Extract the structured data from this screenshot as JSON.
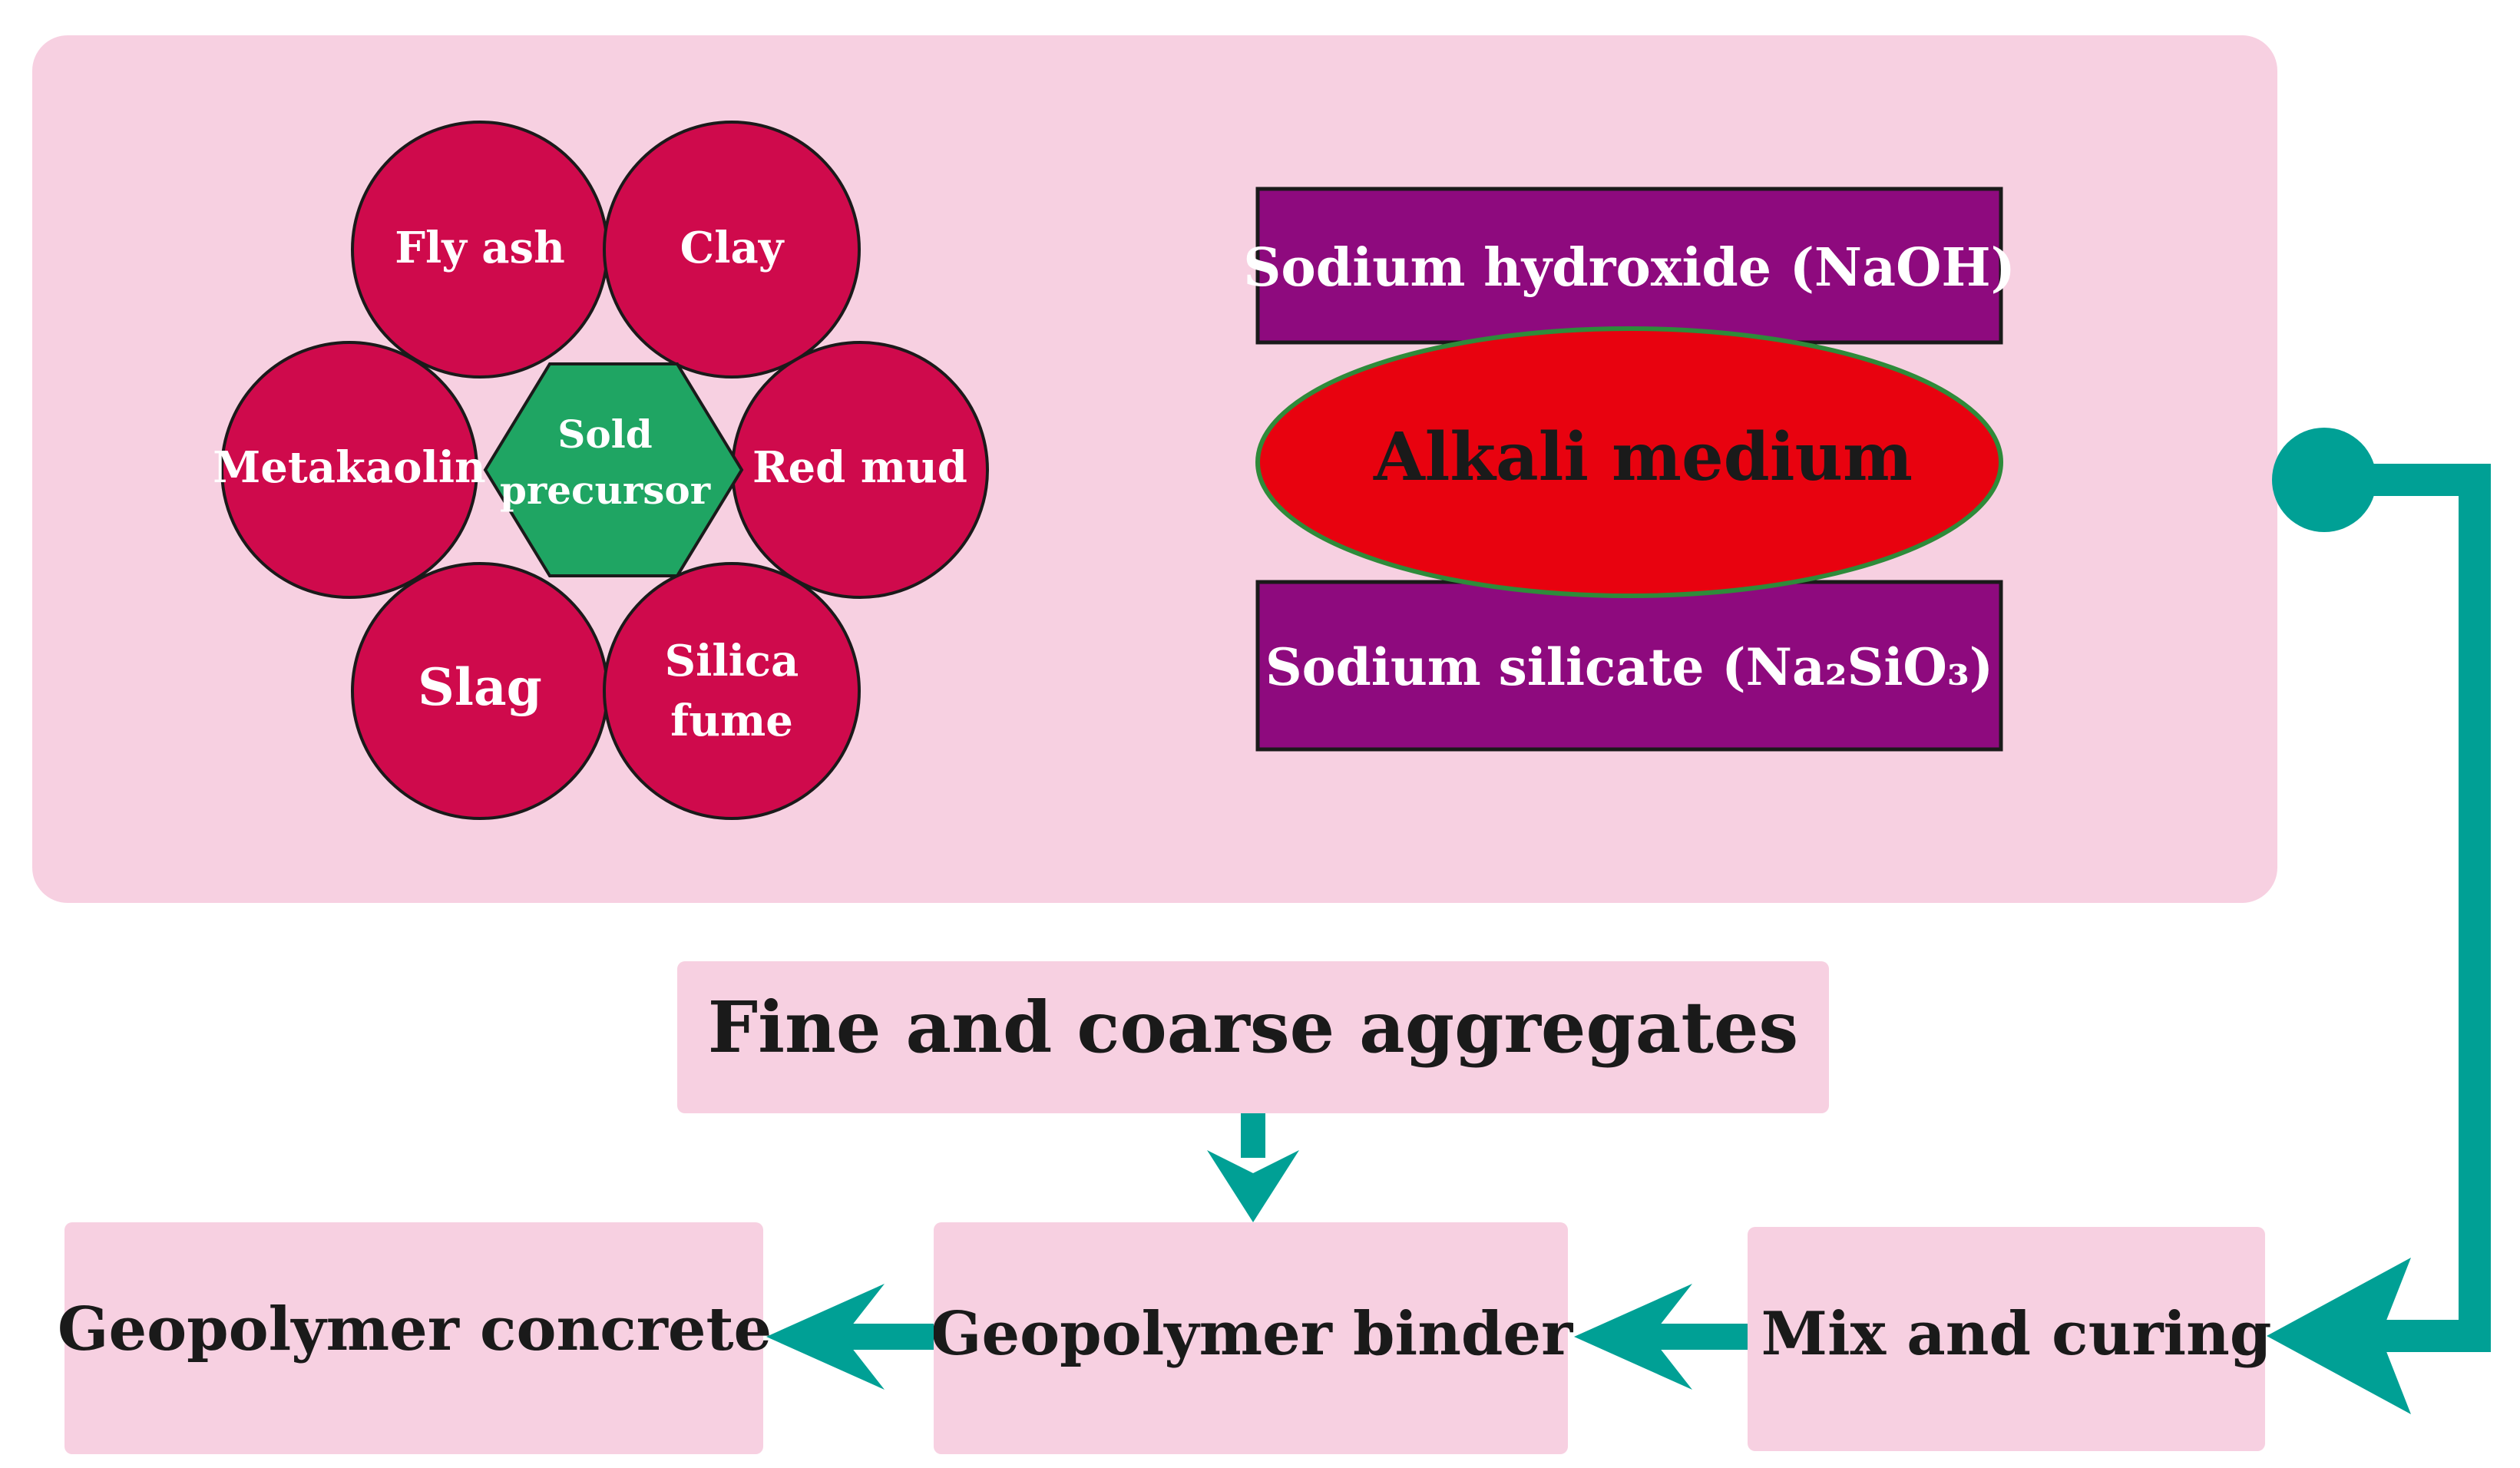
{
  "precursors": {
    "items": [
      "Fly ash",
      "Clay",
      "Red mud",
      "Silica fume",
      "Slag",
      "Metakaolin"
    ],
    "center_line1": "Sold",
    "center_line2": "precursor"
  },
  "alkali": {
    "top_label": "Sodium hydroxide (NaOH)",
    "center_label": "Alkali medium",
    "bottom_label": "Sodium silicate (Na₂SiO₃)"
  },
  "flow": {
    "aggregates": "Fine and coarse aggregates",
    "mix": "Mix and curing",
    "binder": "Geopolymer binder",
    "concrete": "Geopolymer concrete"
  },
  "colors": {
    "panel": "#f7d0e1",
    "circle": "#cf0a4c",
    "hexagon": "#1fa563",
    "purple": "#8e0a7e",
    "ellipse": "#e8020f",
    "ellipse_stroke": "#2e8b3a",
    "teal": "#00a095"
  }
}
